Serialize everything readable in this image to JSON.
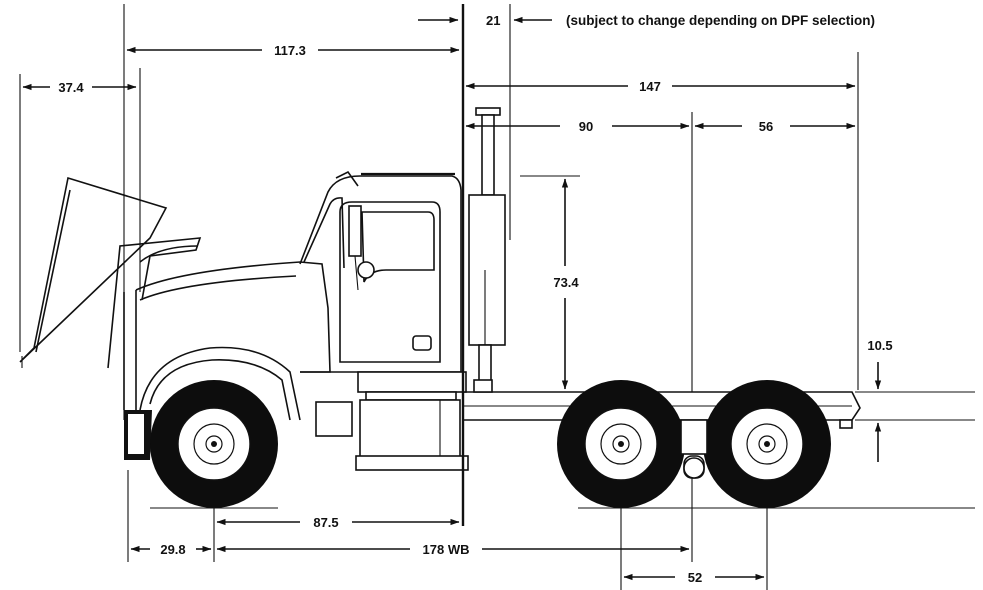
{
  "diagram": {
    "note": "(subject to change depending on DPF selection)",
    "dimensions": {
      "exhaust_offset": "21",
      "bumper_to_back_of_cab": "117.3",
      "hood_open_reach": "37.4",
      "back_of_cab_to_end_of_frame": "147",
      "back_of_cab_to_tandem_center": "90",
      "tandem_center_to_end_of_frame": "56",
      "cab_height": "73.4",
      "frame_height": "10.5",
      "front_axle_to_back_of_cab": "87.5",
      "bumper_to_front_axle": "29.8",
      "wheelbase": "178 WB",
      "tandem_spread": "52"
    }
  }
}
